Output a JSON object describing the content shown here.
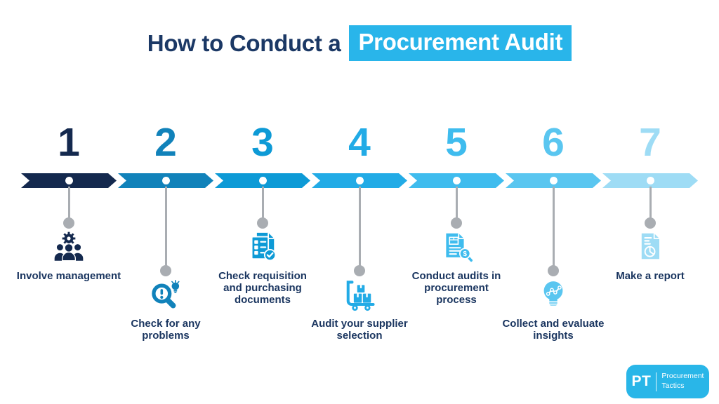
{
  "title": {
    "prefix": "How to Conduct a",
    "highlight": "Procurement Audit"
  },
  "colors": {
    "background": "#ffffff",
    "title_text": "#1b3865",
    "highlight_bg": "#29b5ea",
    "highlight_text": "#ffffff",
    "label_text": "#1b3660",
    "stem_gray": "#a9adb2",
    "logo_bg": "#29b6e8",
    "logo_text": "#ffffff"
  },
  "steps": [
    {
      "number": "1",
      "label": "Involve management",
      "color": "#14294e",
      "icon": "management-icon"
    },
    {
      "number": "2",
      "label": "Check for any problems",
      "color": "#1182ba",
      "icon": "problems-magnifier-icon"
    },
    {
      "number": "3",
      "label": "Check requisition and purchasing documents",
      "color": "#0d9ad6",
      "icon": "requisition-checklist-icon"
    },
    {
      "number": "4",
      "label": "Audit your supplier selection",
      "color": "#22abe6",
      "icon": "supplier-cart-icon"
    },
    {
      "number": "5",
      "label": "Conduct audits in procurement process",
      "color": "#3fbcee",
      "icon": "audit-document-icon"
    },
    {
      "number": "6",
      "label": "Collect and evaluate insights",
      "color": "#5ac6f0",
      "icon": "insights-bulb-icon"
    },
    {
      "number": "7",
      "label": "Make a report",
      "color": "#9edcf5",
      "icon": "report-piechart-icon"
    }
  ],
  "logo": {
    "abbr": "PT",
    "name_line1": "Procurement",
    "name_line2": "Tactics"
  }
}
